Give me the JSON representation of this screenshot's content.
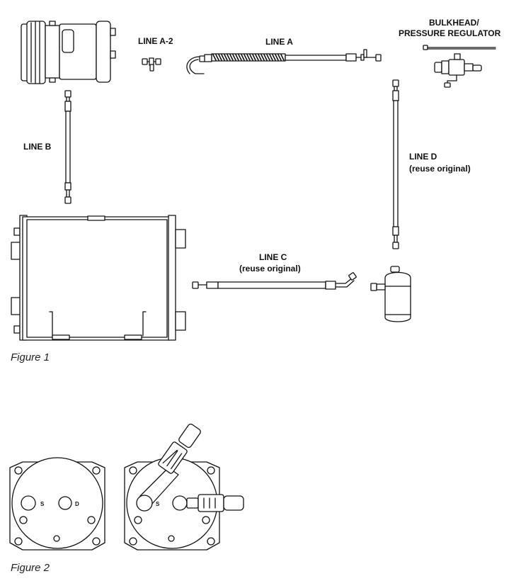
{
  "figure1": {
    "caption": "Figure 1",
    "labels": {
      "line_a2": "LINE A-2",
      "line_a": "LINE A",
      "bulkhead_1": "BULKHEAD/",
      "bulkhead_2": "PRESSURE REGULATOR",
      "line_b": "LINE B",
      "line_d": "LINE D",
      "line_d_note": "(reuse original)",
      "line_c": "LINE C",
      "line_c_note": "(reuse original)"
    }
  },
  "figure2": {
    "caption": "Figure 2",
    "port_suction": "S",
    "port_discharge": "D"
  }
}
